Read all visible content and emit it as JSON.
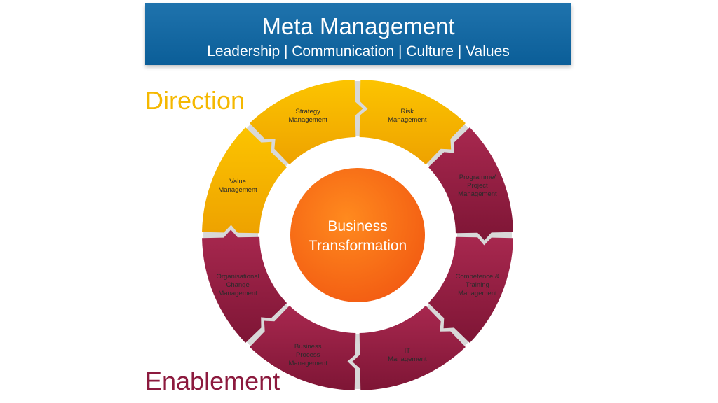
{
  "header": {
    "title": "Meta Management",
    "subtitle": "Leadership | Communication | Culture | Values"
  },
  "labels": {
    "direction": "Direction",
    "enablement": "Enablement"
  },
  "center": {
    "lines": [
      "Business",
      "Transformation"
    ]
  },
  "segments": [
    {
      "id": "risk",
      "lines": [
        "Risk",
        "Management"
      ],
      "group": "direction"
    },
    {
      "id": "programme",
      "lines": [
        "Programme/",
        "Project",
        "Management"
      ],
      "group": "enablement"
    },
    {
      "id": "competence",
      "lines": [
        "Competence &",
        "Training",
        "Management"
      ],
      "group": "enablement"
    },
    {
      "id": "it",
      "lines": [
        "IT",
        "Management"
      ],
      "group": "enablement"
    },
    {
      "id": "business-process",
      "lines": [
        "Business",
        "Process",
        "Management"
      ],
      "group": "enablement"
    },
    {
      "id": "org-change",
      "lines": [
        "Organisational",
        "Change",
        "Management"
      ],
      "group": "enablement"
    },
    {
      "id": "value",
      "lines": [
        "Value",
        "Management"
      ],
      "group": "direction"
    },
    {
      "id": "strategy",
      "lines": [
        "Strategy",
        "Management"
      ],
      "group": "direction"
    }
  ],
  "colors": {
    "direction_light": "#fcc400",
    "direction_dark": "#eea200",
    "enablement_light": "#a8284f",
    "enablement_dark": "#7e1535",
    "center_light": "#ff8a1e",
    "center_dark": "#f25a12",
    "banner": "#1169a8"
  }
}
